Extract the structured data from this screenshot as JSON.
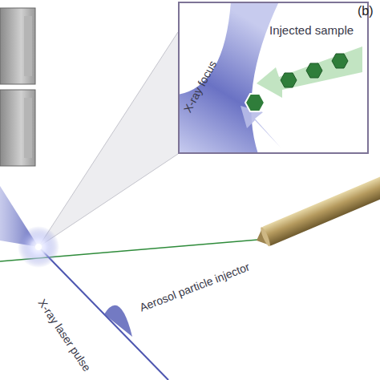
{
  "diagram": {
    "nodes": [
      {
        "text": [
          "Injected sample",
          "X-ray focus"
        ]
      }
    ],
    "labels": [
      "(b)",
      "Aerosol particle injector",
      "X-ray laser pulse"
    ]
  }
}
